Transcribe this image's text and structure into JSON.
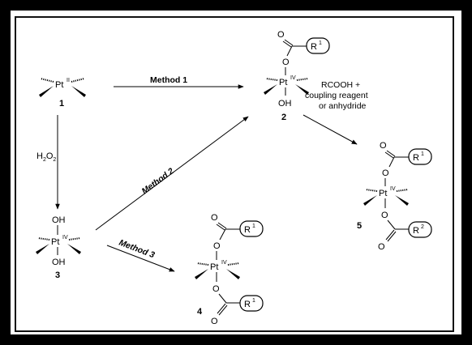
{
  "diagram": {
    "compounds": {
      "c1": {
        "number": "1",
        "atom": "Pt",
        "ox": "II"
      },
      "c2": {
        "number": "2",
        "atom": "Pt",
        "ox": "IV",
        "axial_bottom": "OH",
        "r": "R",
        "r_sup": "1"
      },
      "c3": {
        "number": "3",
        "atom": "Pt",
        "ox": "IV",
        "axial_top": "OH",
        "axial_bottom": "OH"
      },
      "c4": {
        "number": "4",
        "atom": "Pt",
        "ox": "IV",
        "r_top": "R",
        "r_top_sup": "1",
        "r_bottom": "R",
        "r_bottom_sup": "1"
      },
      "c5": {
        "number": "5",
        "atom": "Pt",
        "ox": "IV",
        "r_top": "R",
        "r_top_sup": "1",
        "r_bottom": "R",
        "r_bottom_sup": "2"
      }
    },
    "atoms": {
      "o": "O"
    },
    "arrows": {
      "method1": "Method 1",
      "method2": "Method 2",
      "method3": "Method 3",
      "reagent_main": "H",
      "reagent_sub1": "2",
      "reagent_mid": "O",
      "reagent_sub2": "2"
    },
    "conditions": {
      "line1": "RCOOH +",
      "line2": "coupling reagent",
      "line3": "or anhydride"
    }
  }
}
